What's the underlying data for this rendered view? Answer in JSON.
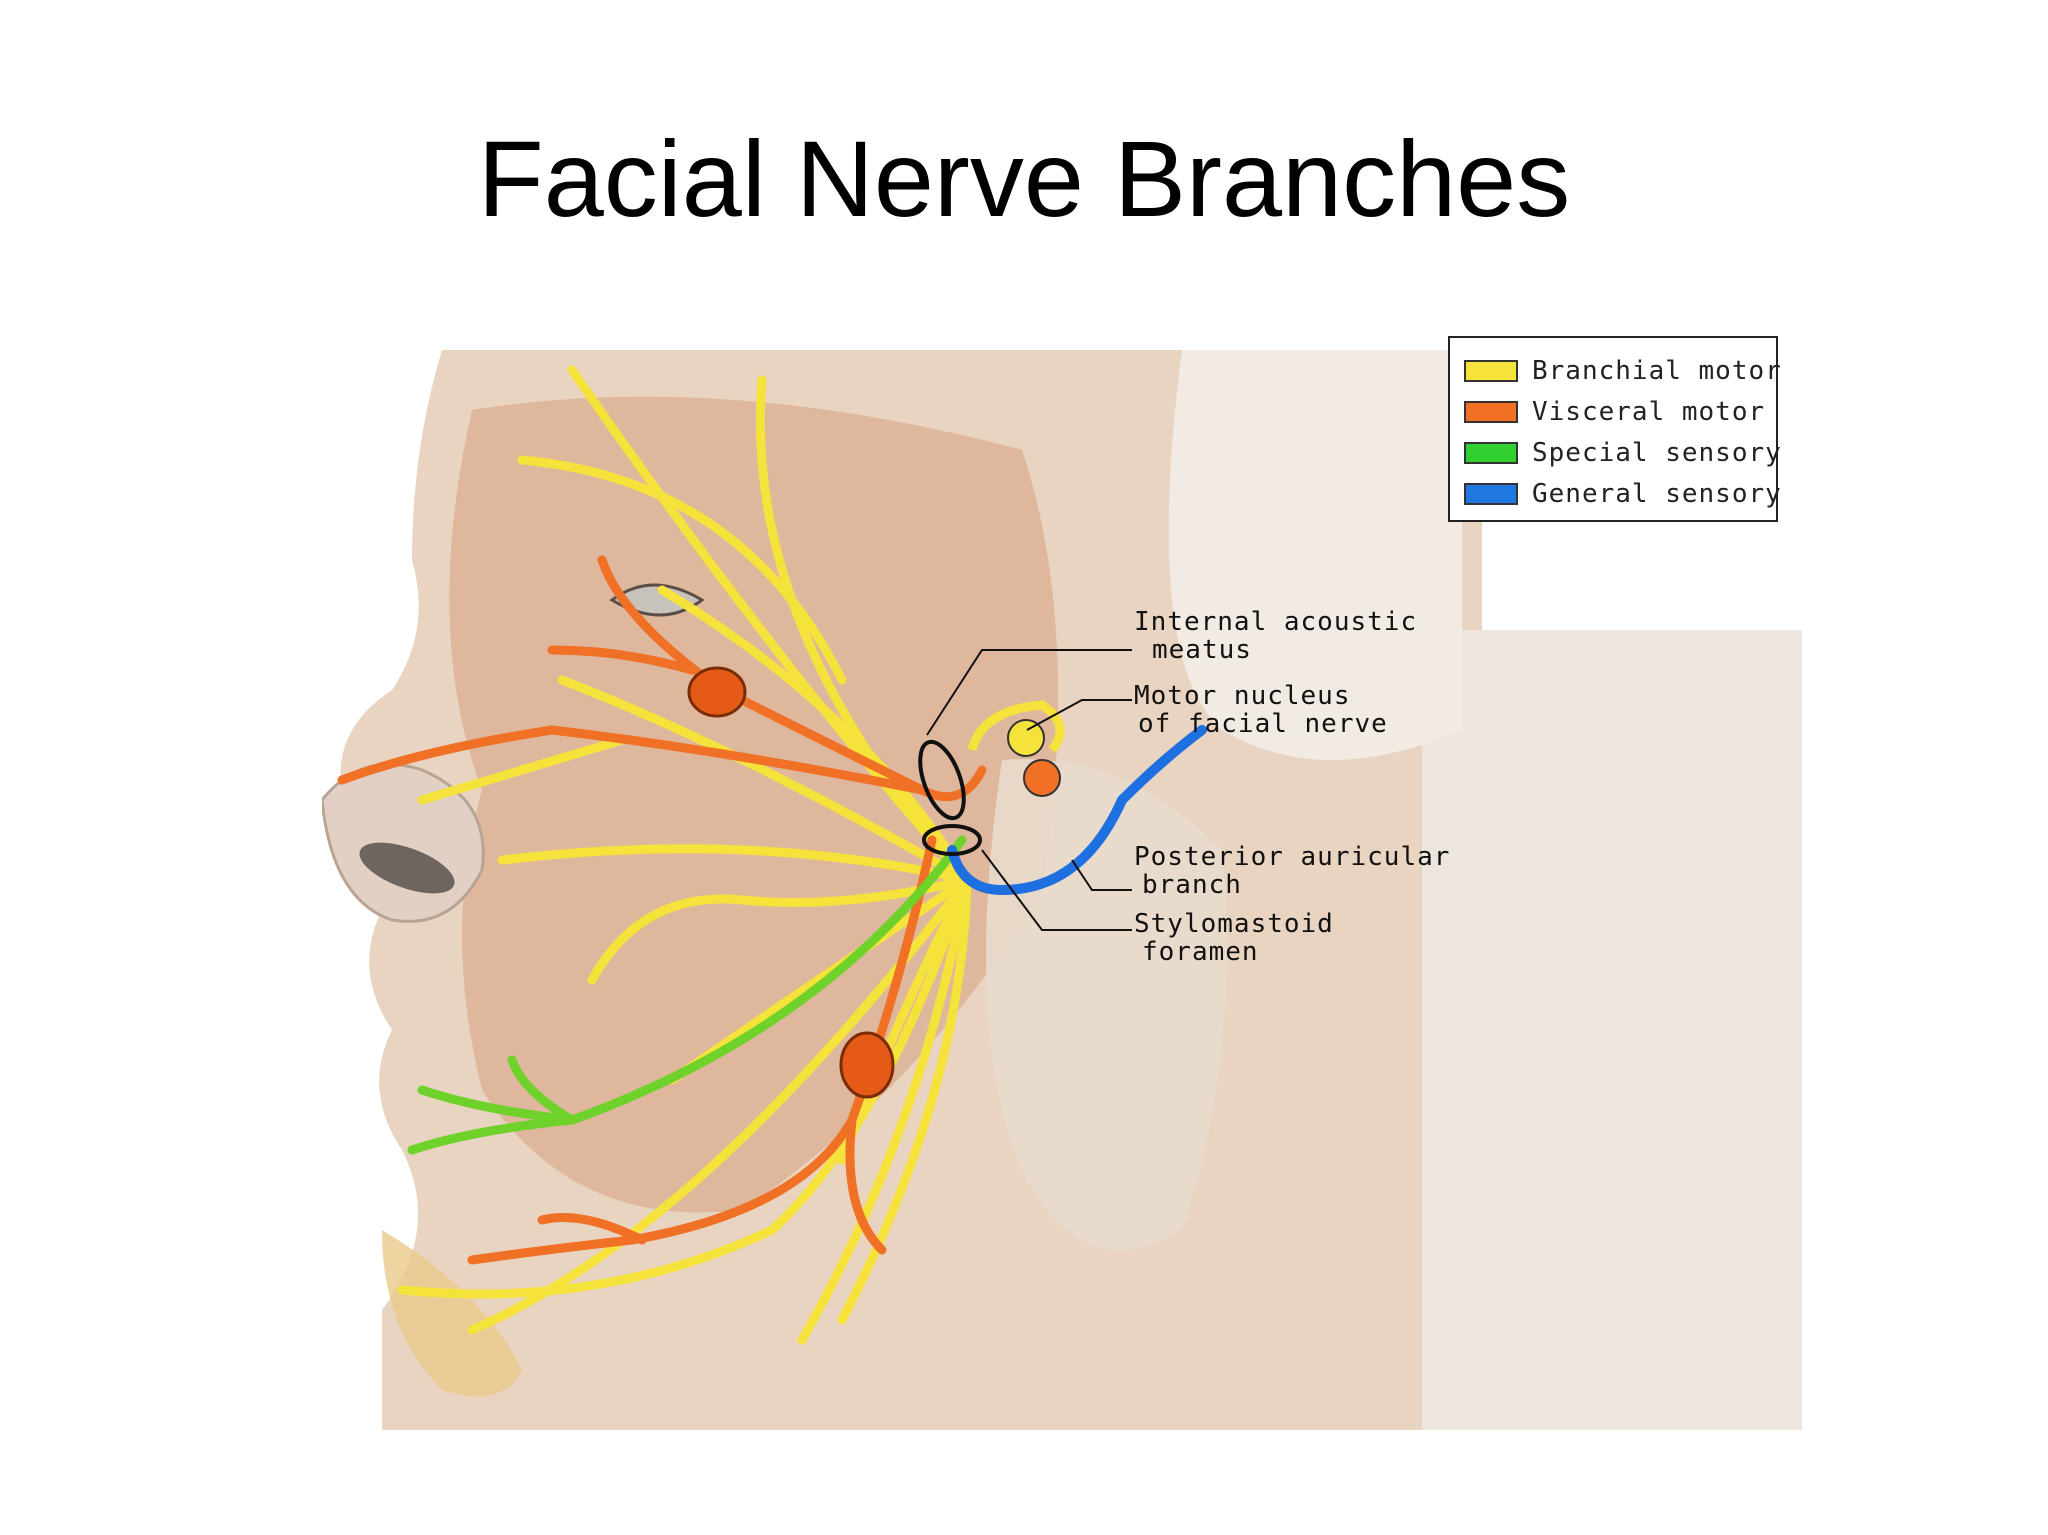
{
  "title": "Facial Nerve Branches",
  "legend": {
    "items": [
      {
        "label": "Branchial motor",
        "color": "#f5e23a"
      },
      {
        "label": "Visceral motor",
        "color": "#f07025"
      },
      {
        "label": "Special sensory",
        "color": "#30d030"
      },
      {
        "label": "General sensory",
        "color": "#1e78e0"
      }
    ]
  },
  "callouts": {
    "internal_acoustic_meatus": {
      "line1": "Internal acoustic",
      "line2": "meatus"
    },
    "motor_nucleus": {
      "line1": "Motor nucleus",
      "line2": "of facial nerve"
    },
    "posterior_auricular": {
      "line1": "Posterior auricular",
      "line2": "branch"
    },
    "stylomastoid": {
      "line1": "Stylomastoid",
      "line2": "foramen"
    }
  },
  "colors": {
    "branchial_motor": "#f5e23a",
    "visceral_motor": "#f07025",
    "special_sensory": "#6ed22a",
    "general_sensory": "#1e6fe0"
  }
}
